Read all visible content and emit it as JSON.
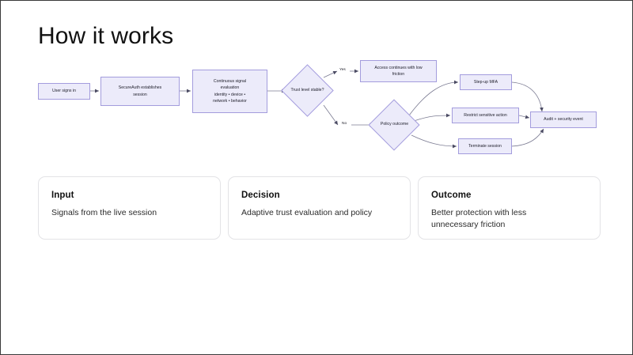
{
  "slide": {
    "title": "How it works",
    "background_color": "#ffffff",
    "accent_fill": "#ecebfa",
    "accent_border": "#a39cdd",
    "frame_border_color": "#3a3a3a"
  },
  "flowchart": {
    "nodes": [
      {
        "id": "user-signs-in",
        "shape": "rect",
        "label": "User signs in"
      },
      {
        "id": "secureauth-session",
        "shape": "rect",
        "label": "SecureAuth establishes\nsession"
      },
      {
        "id": "continuous-signal",
        "shape": "rect",
        "label": "Continuous signal\nevaluation\nidentity • device •\nnetwork • behavior"
      },
      {
        "id": "trust-level-stable",
        "shape": "diamond",
        "label": "Trust level stable?"
      },
      {
        "id": "access-low-friction",
        "shape": "rect",
        "label": "Access continues with low\nfriction"
      },
      {
        "id": "policy-outcome",
        "shape": "diamond",
        "label": "Policy outcome"
      },
      {
        "id": "step-up-mfa",
        "shape": "rect",
        "label": "Step-up MFA"
      },
      {
        "id": "restrict-sensitive",
        "shape": "rect",
        "label": "Restrict sensitive action"
      },
      {
        "id": "terminate-session",
        "shape": "rect",
        "label": "Terminate session"
      },
      {
        "id": "audit-security-event",
        "shape": "rect",
        "label": "Audit + security event"
      }
    ],
    "edge_labels": {
      "yes": "Yes",
      "no": "No"
    }
  },
  "cards": [
    {
      "id": "input",
      "title": "Input",
      "body": "Signals from the live session"
    },
    {
      "id": "decision",
      "title": "Decision",
      "body": "Adaptive trust evaluation and policy"
    },
    {
      "id": "outcome",
      "title": "Outcome",
      "body": "Better protection with less\nunnecessary friction"
    }
  ]
}
